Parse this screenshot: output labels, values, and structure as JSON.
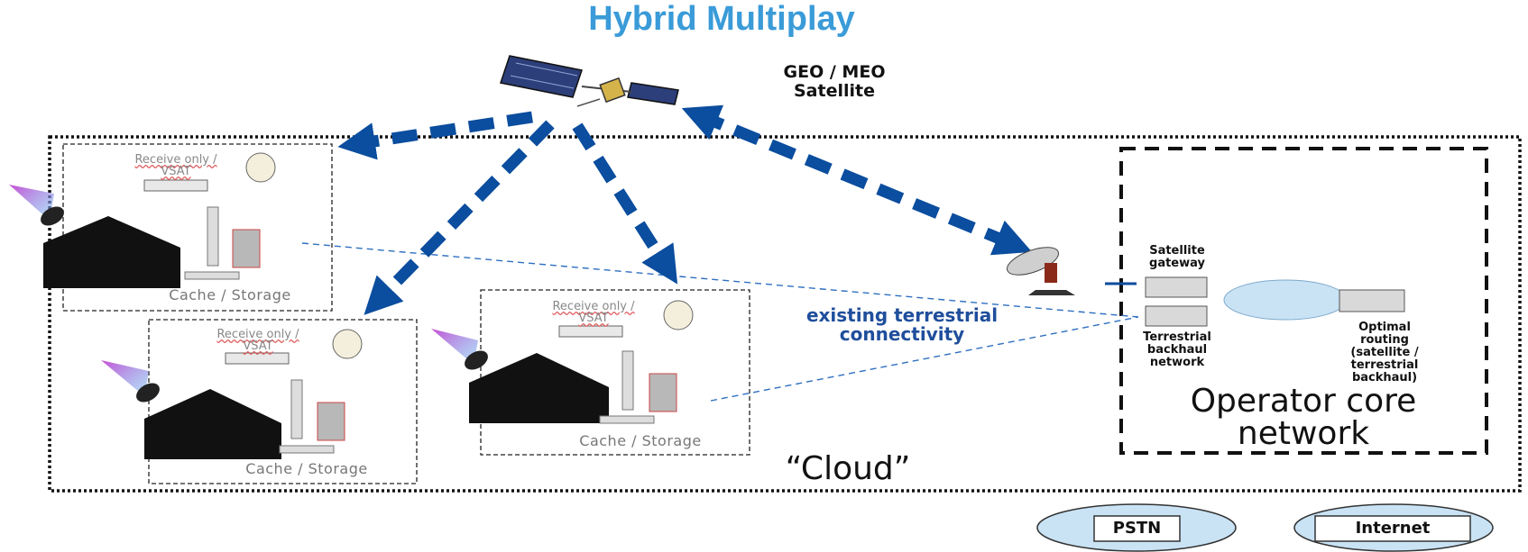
{
  "title": "Hybrid Multiplay",
  "satellite": {
    "line1": "GEO / MEO",
    "line2": "Satellite"
  },
  "sites": [
    {
      "receive_line1": "Receive only /",
      "receive_line2": "VSAT",
      "cache_label": "Cache / Storage"
    },
    {
      "receive_line1": "Receive only /",
      "receive_line2": "VSAT",
      "cache_label": "Cache / Storage"
    },
    {
      "receive_line1": "Receive only /",
      "receive_line2": "VSAT",
      "cache_label": "Cache / Storage"
    }
  ],
  "connectivity": {
    "line1": "existing terrestrial",
    "line2": "connectivity"
  },
  "operator": {
    "gateway_line1": "Satellite",
    "gateway_line2": "gateway",
    "backhaul_line1": "Terrestrial",
    "backhaul_line2": "backhaul",
    "backhaul_line3": "network",
    "routing_line1": "Optimal",
    "routing_line2": "routing",
    "routing_line3": "(satellite /",
    "routing_line4": "terrestrial",
    "routing_line5": "backhaul)",
    "core_line1": "Operator core",
    "core_line2": "network"
  },
  "cloud_label": "“Cloud”",
  "external": [
    {
      "label": "PSTN"
    },
    {
      "label": "Internet"
    }
  ],
  "colors": {
    "title": "#3a9bd8",
    "arrow": "#0b4d9e",
    "dashed_line": "#2e6fc0",
    "cloud_fill": "#c9e3f5"
  }
}
